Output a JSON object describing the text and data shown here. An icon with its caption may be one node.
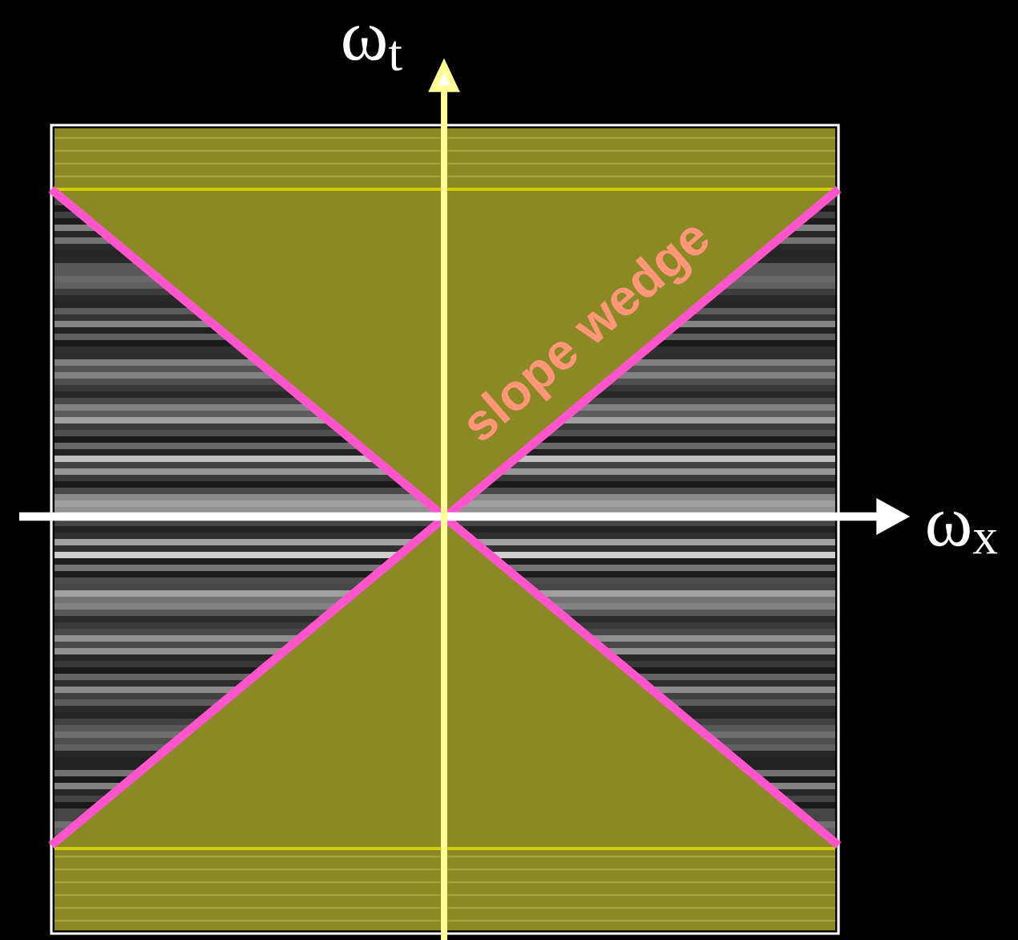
{
  "diagram": {
    "labels": [
      "ω$_{t}$",
      "ω$_{x}$",
      "slope wedge"
    ]
  }
}
